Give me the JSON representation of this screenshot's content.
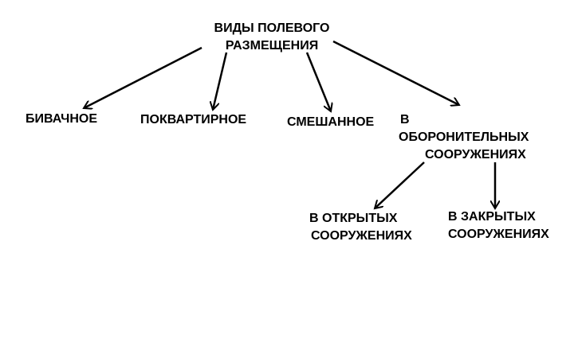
{
  "diagram": {
    "root": {
      "line1": "ВИДЫ ПОЛЕВОГО",
      "line2": "РАЗМЕЩЕНИЯ"
    },
    "bivachnoe": "БИВАЧНОЕ",
    "pokvartirnoe": "ПОКВАРТИРНОЕ",
    "smeshannoe": "СМЕШАННОЕ",
    "defensive": {
      "line1": "В",
      "line2": "ОБОРОНИТЕЛЬНЫХ",
      "line3": "СООРУЖЕНИЯХ"
    },
    "open": {
      "line1": "В ОТКРЫТЫХ",
      "line2": "СООРУЖЕНИЯХ"
    },
    "closed": {
      "line1": "В ЗАКРЫТЫХ",
      "line2": "СООРУЖЕНИЯХ"
    }
  },
  "colors": {
    "background": "#ffffff",
    "ink": "#000000"
  }
}
